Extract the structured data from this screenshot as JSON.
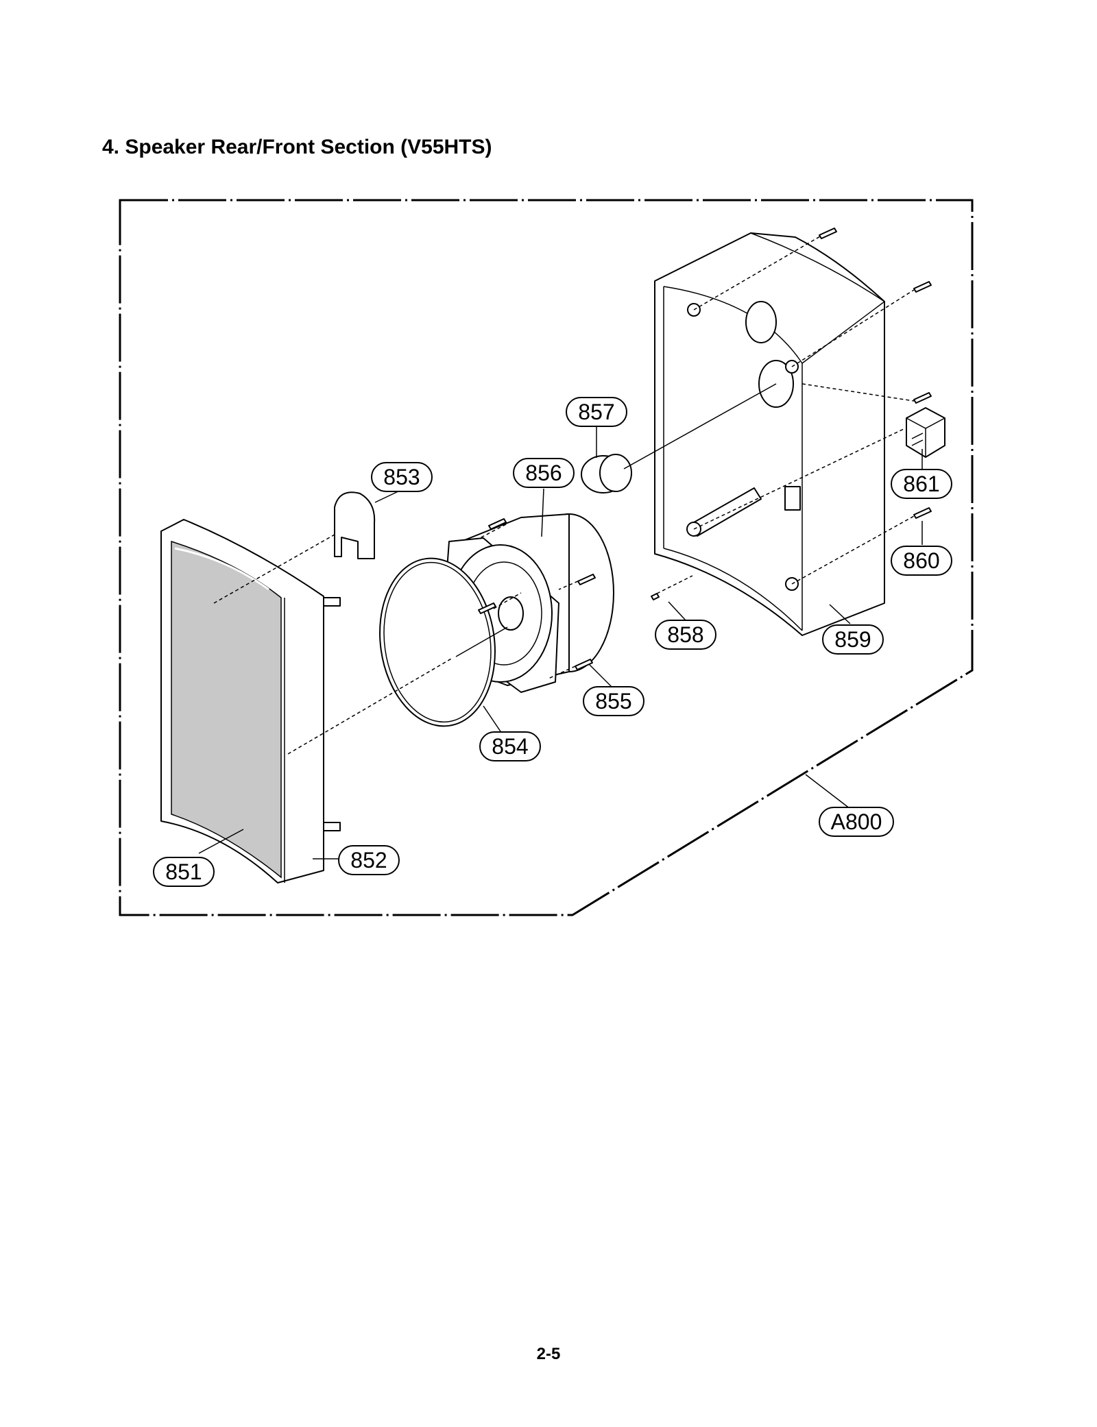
{
  "page": {
    "heading": "4. Speaker Rear/Front Section (V55HTS)",
    "page_number": "2-5"
  },
  "diagram": {
    "callouts": [
      {
        "id": "c851",
        "label": "851"
      },
      {
        "id": "c852",
        "label": "852"
      },
      {
        "id": "c853",
        "label": "853"
      },
      {
        "id": "c854",
        "label": "854"
      },
      {
        "id": "c855",
        "label": "855"
      },
      {
        "id": "c856",
        "label": "856"
      },
      {
        "id": "c857",
        "label": "857"
      },
      {
        "id": "c858",
        "label": "858"
      },
      {
        "id": "c859",
        "label": "859"
      },
      {
        "id": "c860",
        "label": "860"
      },
      {
        "id": "c861",
        "label": "861"
      },
      {
        "id": "cA800",
        "label": "A800"
      }
    ],
    "colors": {
      "line": "#000000",
      "grille": "#c8c8c8",
      "background": "#ffffff"
    }
  }
}
